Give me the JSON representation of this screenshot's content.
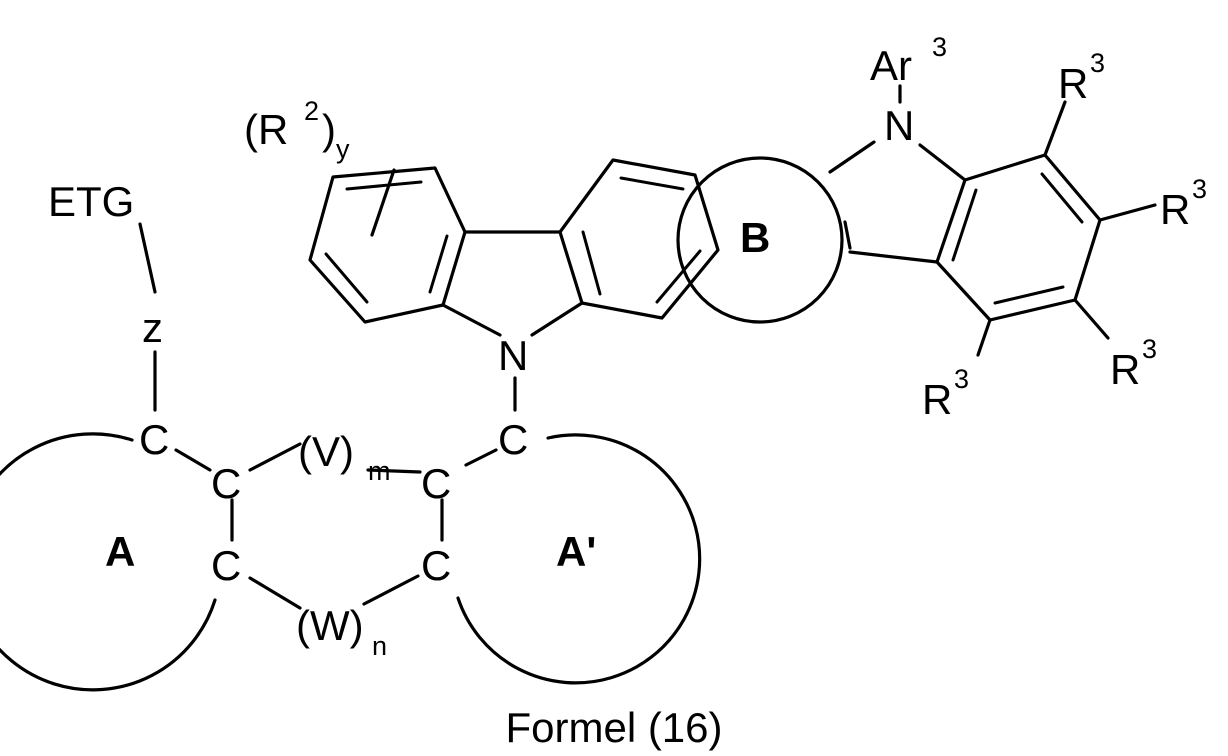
{
  "caption": "Formel (16)",
  "atoms": {
    "etg": "ETG",
    "z": "z",
    "c": "C",
    "n": "N",
    "ring_a": "A",
    "ring_a_prime": "A'",
    "ring_b": "B",
    "r": "R",
    "ar": "Ar"
  },
  "groups": {
    "v": "(V)",
    "w": "(W)",
    "r2_open": "(R",
    "close_paren": ")"
  },
  "sub": {
    "m": "m",
    "n": "n",
    "y": "y",
    "two": "2",
    "three": "3"
  }
}
